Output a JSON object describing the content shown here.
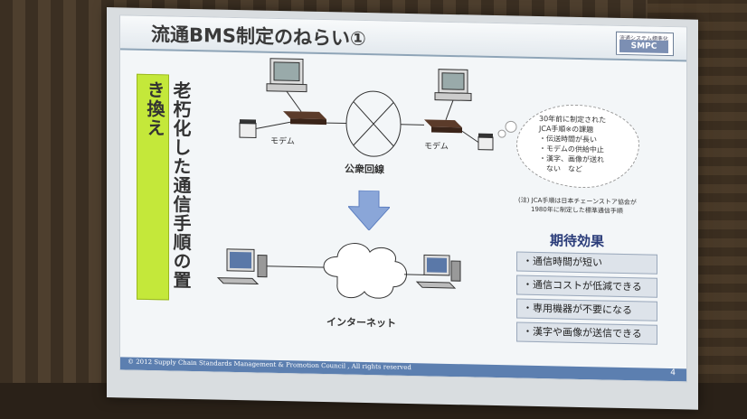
{
  "slide": {
    "title": "流通BMS制定のねらい①",
    "logo_top": "流通システム標準化",
    "logo_main": "SMPC",
    "banner": "老朽化した通信手順の置き換え",
    "modem_left": "モデム",
    "modem_right": "モデム",
    "public_line": "公衆回線",
    "internet": "インターネット",
    "note_lines": [
      "30年前に制定された",
      "JCA手順※の課題",
      "・伝送時間が長い",
      "・モデムの供給中止",
      "・漢字、画像が送れ",
      "　ない　など"
    ],
    "footnote_lines": [
      "(注) JCA手順は日本チェーンストア協会が",
      "　　1980年に制定した標準通信手順"
    ],
    "effects_title": "期待効果",
    "effects": [
      "・通信時間が短い",
      "・通信コストが低減できる",
      "・専用機器が不要になる",
      "・漢字や画像が送信できる"
    ],
    "copyright": "© 2012  Supply Chain Standards Management & Promotion Council , All rights reserved",
    "page_number": "4"
  },
  "colors": {
    "banner": "#c4e83a",
    "footer": "#5c7fb0",
    "effects_title": "#2b3d7a",
    "arrow": "#8aa6d8"
  }
}
